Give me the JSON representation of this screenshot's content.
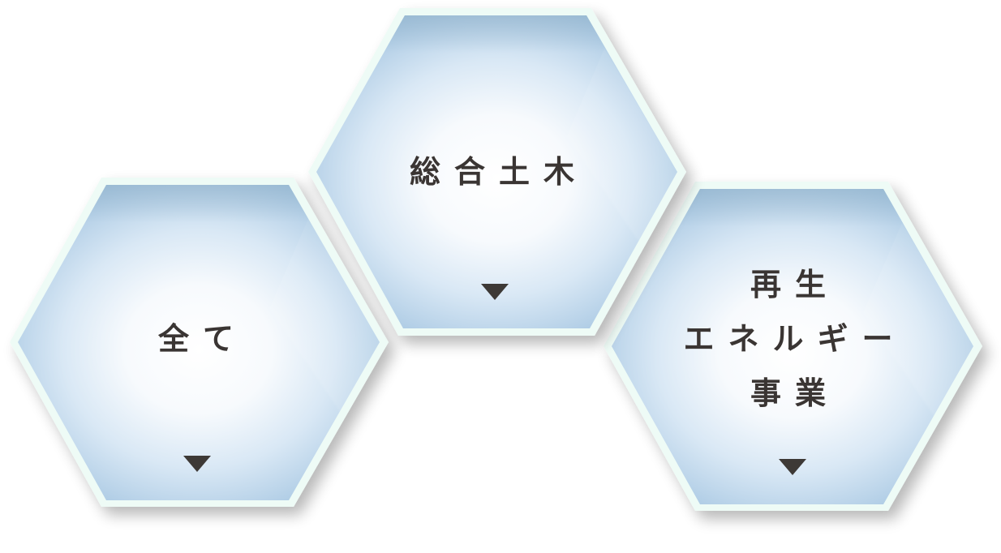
{
  "categories": [
    {
      "id": "all",
      "lines": [
        "全て"
      ],
      "icon": "triangle-down-icon"
    },
    {
      "id": "civil",
      "lines": [
        "総合土木"
      ],
      "icon": "triangle-down-icon"
    },
    {
      "id": "renewable",
      "lines": [
        "再生",
        "エネルギー",
        "事業"
      ],
      "icon": "triangle-down-icon"
    }
  ],
  "colors": {
    "text": "#3a3533",
    "arrow": "#3d3936",
    "border": "#eefbf6",
    "fill_center": "#ffffff",
    "fill_edge": "#a9c9e3"
  }
}
